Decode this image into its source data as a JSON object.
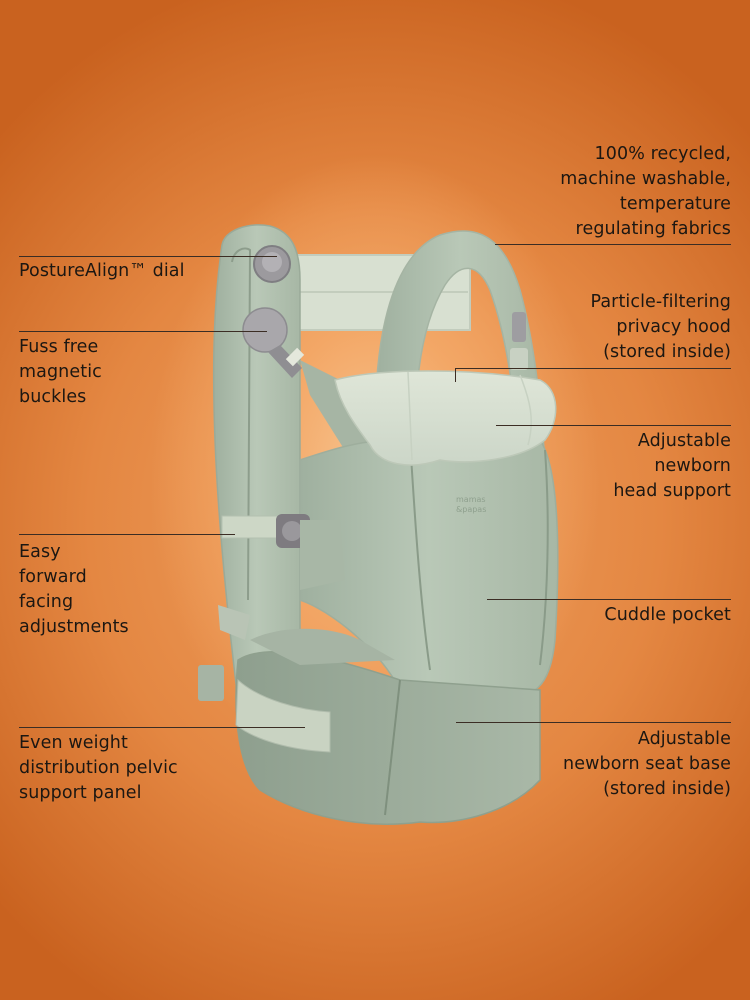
{
  "image": {
    "subject": "baby carrier product feature diagram",
    "background_color": "#e48742",
    "product_color": "#b7c6b6",
    "text_color": "#1c1712",
    "brand_mark": "mamas & papas"
  },
  "callouts": {
    "left": [
      {
        "id": "posturealign-dial",
        "text": "PostureAlign™ dial"
      },
      {
        "id": "magnetic-buckles",
        "text": "Fuss free\nmagnetic\nbuckles"
      },
      {
        "id": "forward-facing",
        "text": "Easy\nforward\nfacing\nadjustments"
      },
      {
        "id": "pelvic-panel",
        "text": "Even weight\ndistribution pelvic\nsupport panel"
      }
    ],
    "right": [
      {
        "id": "fabrics",
        "text": "100% recycled,\nmachine washable,\ntemperature\nregulating fabrics"
      },
      {
        "id": "privacy-hood",
        "text": "Particle-filtering\nprivacy hood\n(stored inside)"
      },
      {
        "id": "head-support",
        "text": "Adjustable\nnewborn\nhead support"
      },
      {
        "id": "cuddle-pocket",
        "text": "Cuddle pocket"
      },
      {
        "id": "seat-base",
        "text": "Adjustable\nnewborn seat base\n(stored inside)"
      }
    ]
  }
}
